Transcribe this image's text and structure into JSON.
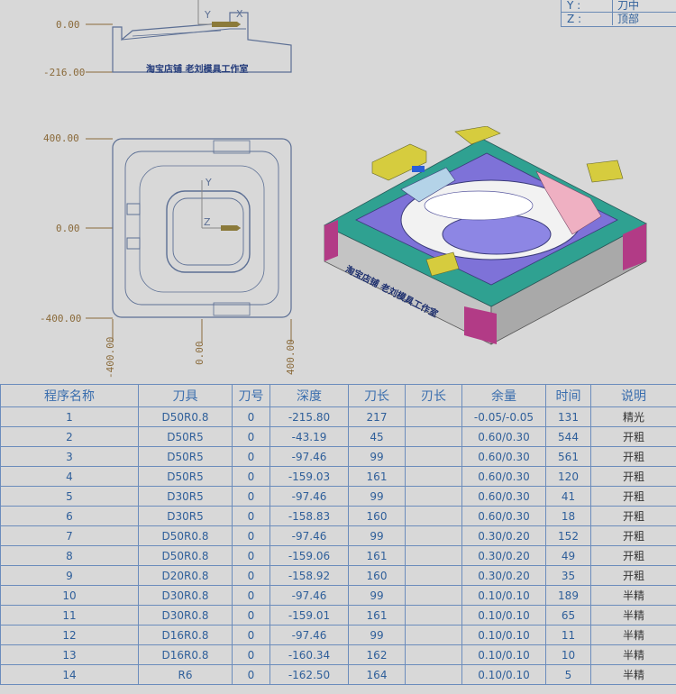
{
  "legend": [
    {
      "key": "Y :",
      "value": "刀中"
    },
    {
      "key": "Z :",
      "value": "顶部"
    }
  ],
  "views": {
    "front": {
      "dims": [
        "0.00",
        "-216.00"
      ],
      "axes": [
        "Y",
        "X"
      ],
      "stamp": "淘宝店铺 老刘模具工作室"
    },
    "top": {
      "y_dims": [
        "400.00",
        "0.00",
        "-400.00"
      ],
      "x_dims": [
        "-400.00",
        "0.00",
        "400.00"
      ],
      "axes": [
        "Y",
        "Z"
      ]
    },
    "iso": {
      "stamp": "淘宝店铺 老刘模具工作室"
    }
  },
  "table": {
    "headers": [
      "程序名称",
      "刀具",
      "刀号",
      "深度",
      "刀长",
      "刃长",
      "余量",
      "时间",
      "说明"
    ],
    "rows": [
      [
        "1",
        "D50R0.8",
        "0",
        "-215.80",
        "217",
        "",
        "-0.05/-0.05",
        "131",
        "精光"
      ],
      [
        "2",
        "D50R5",
        "0",
        "-43.19",
        "45",
        "",
        "0.60/0.30",
        "544",
        "开粗"
      ],
      [
        "3",
        "D50R5",
        "0",
        "-97.46",
        "99",
        "",
        "0.60/0.30",
        "561",
        "开粗"
      ],
      [
        "4",
        "D50R5",
        "0",
        "-159.03",
        "161",
        "",
        "0.60/0.30",
        "120",
        "开粗"
      ],
      [
        "5",
        "D30R5",
        "0",
        "-97.46",
        "99",
        "",
        "0.60/0.30",
        "41",
        "开粗"
      ],
      [
        "6",
        "D30R5",
        "0",
        "-158.83",
        "160",
        "",
        "0.60/0.30",
        "18",
        "开粗"
      ],
      [
        "7",
        "D50R0.8",
        "0",
        "-97.46",
        "99",
        "",
        "0.30/0.20",
        "152",
        "开粗"
      ],
      [
        "8",
        "D50R0.8",
        "0",
        "-159.06",
        "161",
        "",
        "0.30/0.20",
        "49",
        "开粗"
      ],
      [
        "9",
        "D20R0.8",
        "0",
        "-158.92",
        "160",
        "",
        "0.30/0.20",
        "35",
        "开粗"
      ],
      [
        "10",
        "D30R0.8",
        "0",
        "-97.46",
        "99",
        "",
        "0.10/0.10",
        "189",
        "半精"
      ],
      [
        "11",
        "D30R0.8",
        "0",
        "-159.01",
        "161",
        "",
        "0.10/0.10",
        "65",
        "半精"
      ],
      [
        "12",
        "D16R0.8",
        "0",
        "-97.46",
        "99",
        "",
        "0.10/0.10",
        "11",
        "半精"
      ],
      [
        "13",
        "D16R0.8",
        "0",
        "-160.34",
        "162",
        "",
        "0.10/0.10",
        "10",
        "半精"
      ],
      [
        "14",
        "R6",
        "0",
        "-162.50",
        "164",
        "",
        "0.10/0.10",
        "5",
        "半精"
      ]
    ]
  }
}
